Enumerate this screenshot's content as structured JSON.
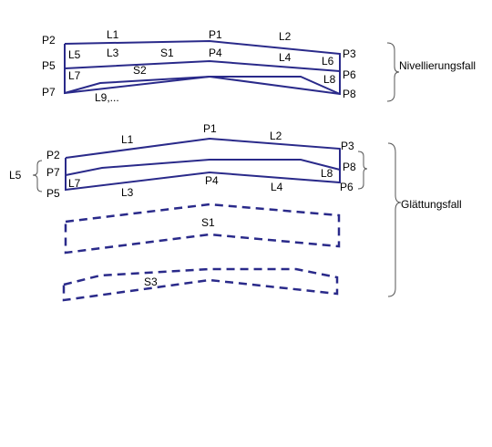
{
  "colors": {
    "line": "#2a2a8a",
    "brace": "#555555",
    "text": "#000000",
    "background": "#ffffff"
  },
  "top": {
    "points": {
      "p1": "P1",
      "p2": "P2",
      "p3": "P3",
      "p4": "P4",
      "p5": "P5",
      "p6": "P6",
      "p7": "P7",
      "p8": "P8"
    },
    "lines": {
      "l1": "L1",
      "l2": "L2",
      "l3": "L3",
      "l4": "L4",
      "l5": "L5",
      "l6": "L6",
      "l7": "L7",
      "l8": "L8",
      "l9": "L9,..."
    },
    "sections": {
      "s1": "S1",
      "s2": "S2"
    },
    "brace_label": "Nivellierungsfall"
  },
  "bottom": {
    "points": {
      "p1": "P1",
      "p2": "P2",
      "p3": "P3",
      "p4": "P4",
      "p5": "P5",
      "p6": "P6",
      "p7": "P7",
      "p8": "P8"
    },
    "lines": {
      "l1": "L1",
      "l2": "L2",
      "l3": "L3",
      "l4": "L4",
      "l5": "L5",
      "l7": "L7",
      "l8": "L8"
    },
    "sections": {
      "s1": "S1",
      "s3": "S3"
    },
    "brace_label": "Glättungsfall"
  }
}
